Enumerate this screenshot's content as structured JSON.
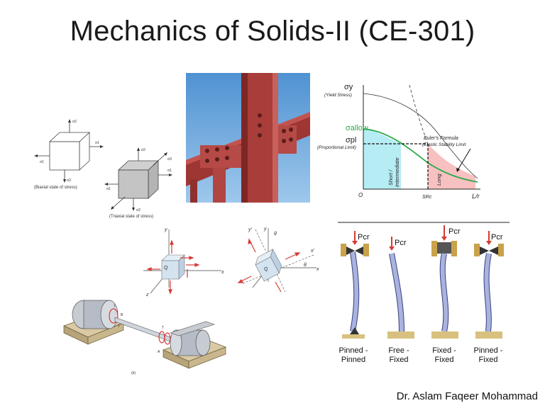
{
  "slide": {
    "title": "Mechanics of Solids-II (CE-301)",
    "author": "Dr. Aslam Faqeer Mohammad"
  },
  "stress_cubes": {
    "biaxial_caption": "(Biaxial state of stress)",
    "triaxial_caption": "(Triaxial state of stress)",
    "s1": "σ1",
    "s2": "σ2",
    "s3": "σ3"
  },
  "stability_chart": {
    "sy": "σy",
    "sy_note": "(Yield Stress)",
    "sallow": "σallow",
    "spl": "σpl",
    "spl_note": "(Proportional Limit)",
    "euler_line1": "Euler's Formula",
    "euler_line2": "(Elastic Stability Limit",
    "short": "Short /",
    "intermediate": "Intermediate",
    "long": "Long",
    "origin": "O",
    "src": "SRc",
    "lr": "L/r"
  },
  "elements": {
    "y": "y",
    "x": "x",
    "z": "z",
    "q": "Q",
    "theta": "θ",
    "yp": "y'",
    "xp": "x'"
  },
  "columns": {
    "pcr": "Pcr",
    "labels": [
      [
        "Pinned -",
        "Pinned"
      ],
      [
        "Free -",
        "Fixed"
      ],
      [
        "Fixed -",
        "Fixed"
      ],
      [
        "Pinned -",
        "Fixed"
      ]
    ]
  },
  "shaft": {
    "caption": "(b)",
    "labels": [
      "T",
      "B",
      "T",
      "A",
      "T"
    ]
  },
  "colors": {
    "beam_red": "#b0413e",
    "sky_blue": "#6aa5d8",
    "column_blue": "#a9b3e0",
    "chart_green": "#2aa84a"
  }
}
